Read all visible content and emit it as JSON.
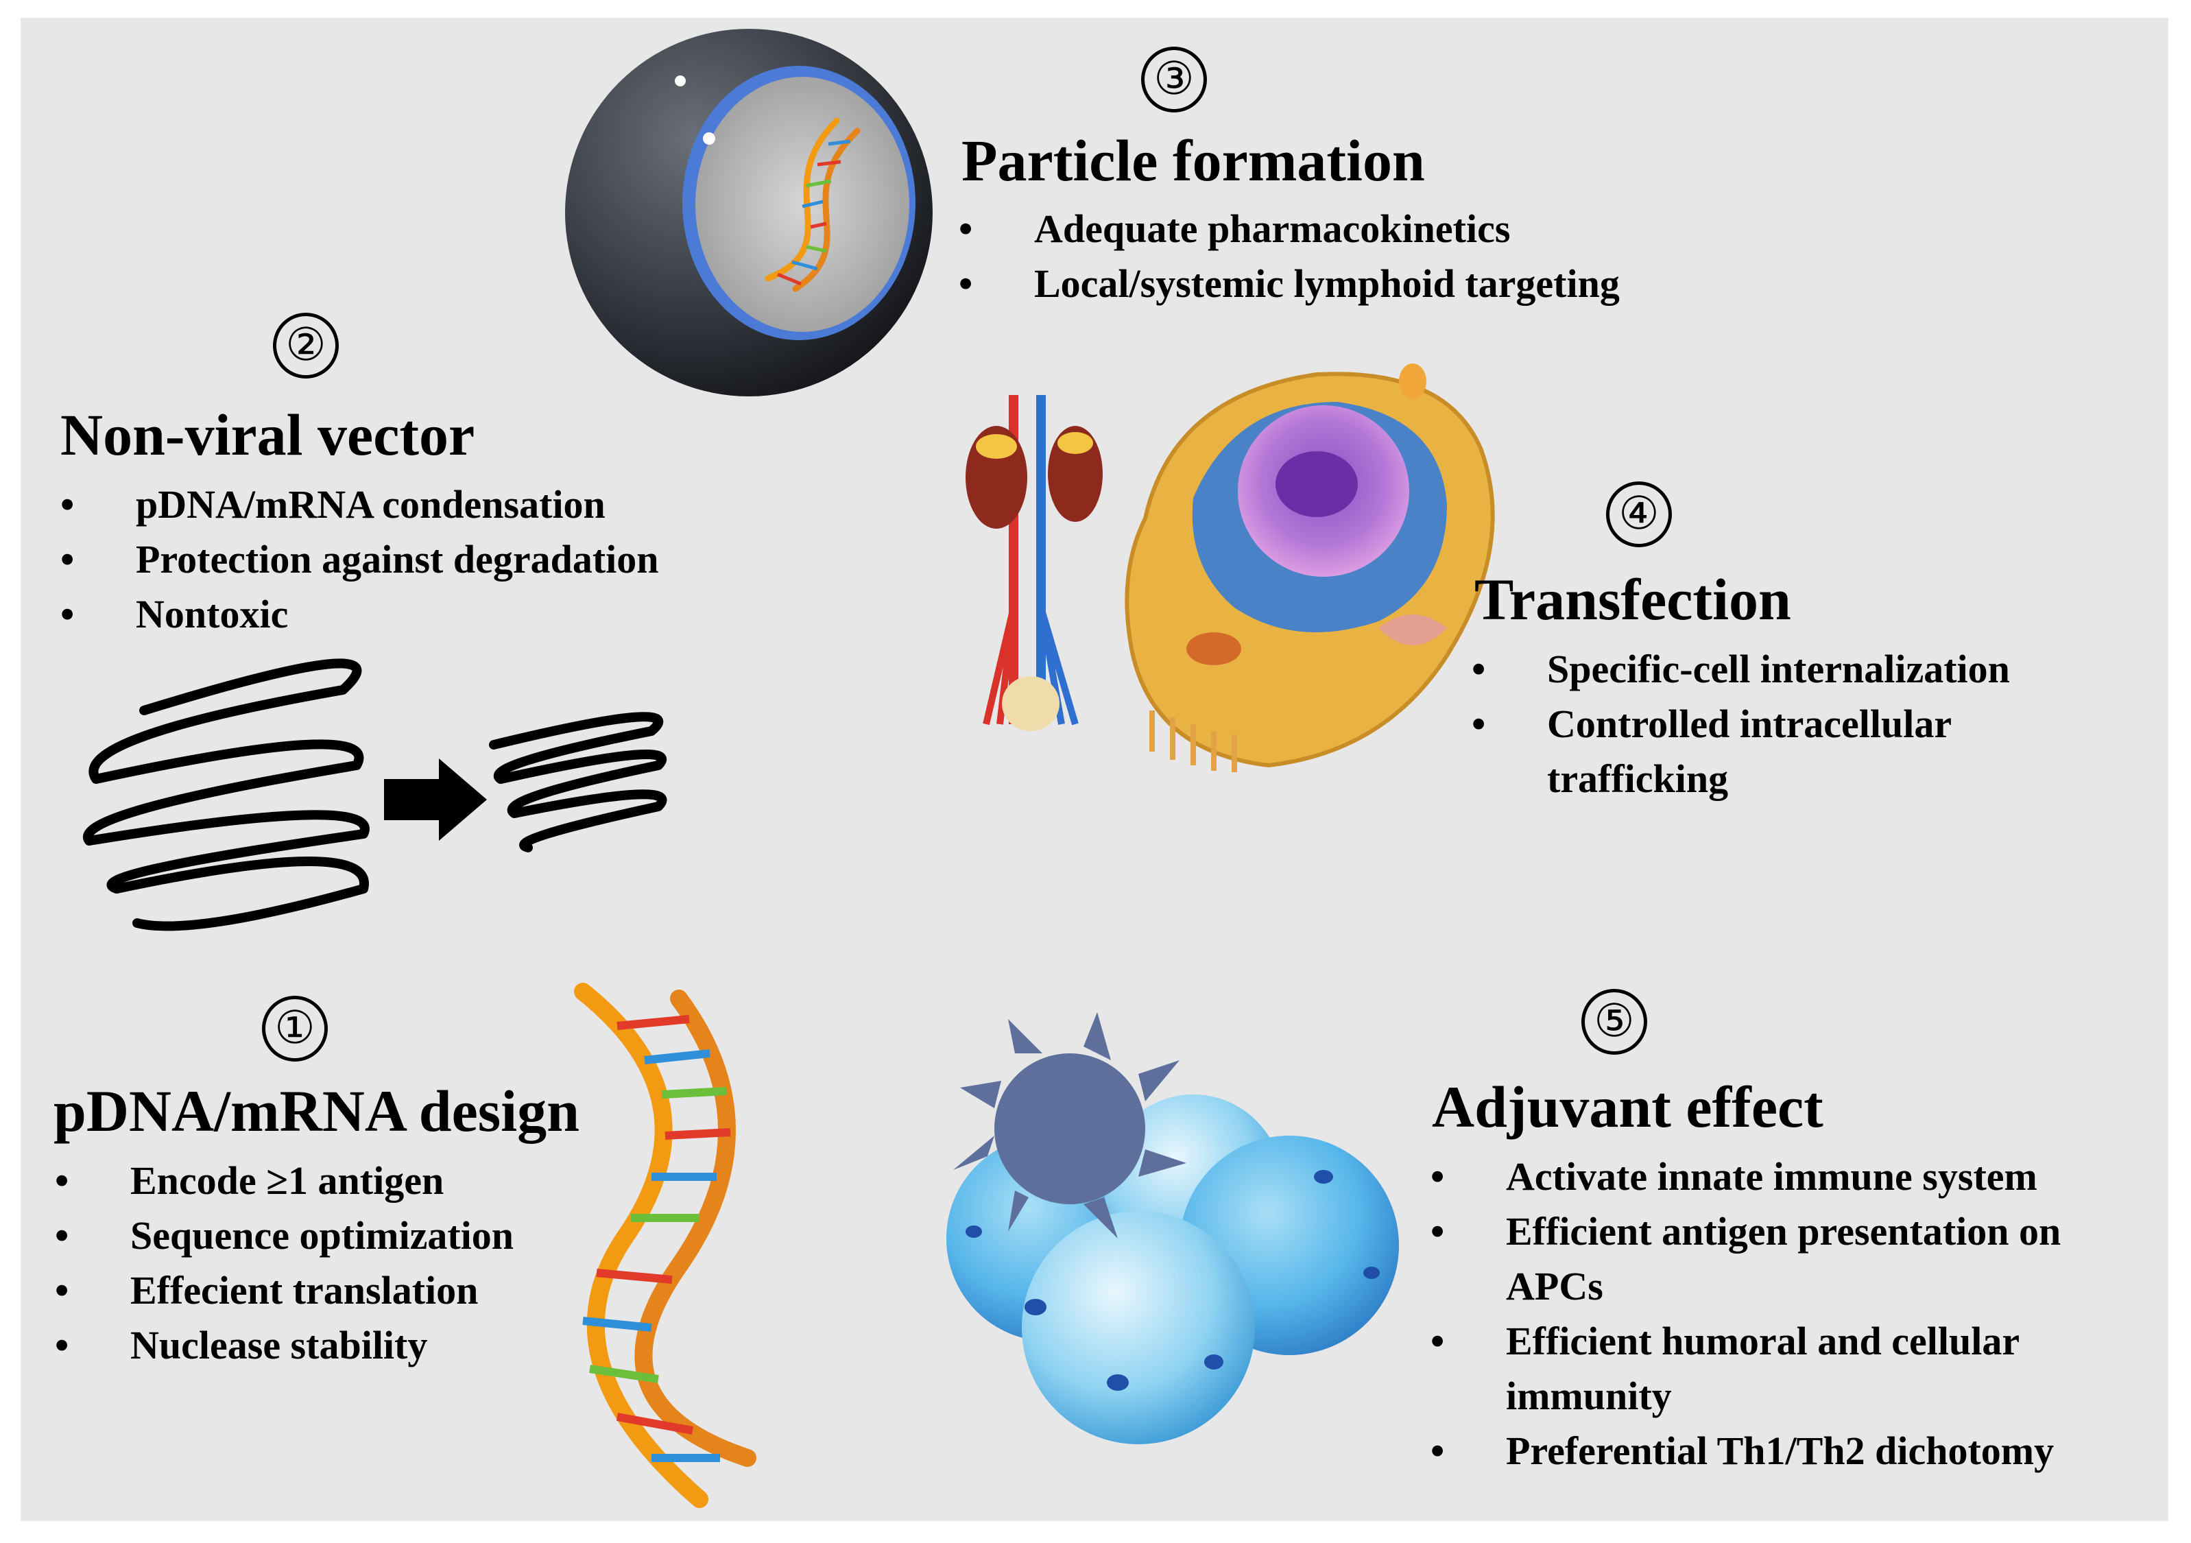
{
  "sections": [
    {
      "number": "①",
      "heading": "pDNA/mRNA design",
      "items": [
        "Encode ≥1 antigen",
        "Sequence optimization",
        "Effecient translation",
        "Nuclease stability"
      ]
    },
    {
      "number": "②",
      "heading": "Non-viral vector",
      "items": [
        "pDNA/mRNA condensation",
        "Protection against degradation",
        "Nontoxic"
      ]
    },
    {
      "number": "③",
      "heading": "Particle formation",
      "items": [
        "Adequate pharmacokinetics",
        "Local/systemic lymphoid targeting"
      ]
    },
    {
      "number": "④",
      "heading": "Transfection",
      "items": [
        "Specific-cell internalization",
        "Controlled intracellular",
        "trafficking"
      ]
    },
    {
      "number": "⑤",
      "heading": "Adjuvant effect",
      "items": [
        "Activate innate immune system",
        "Efficient antigen presentation on",
        "APCs",
        "Efficient humoral and cellular",
        "immunity",
        "Preferential Th1/Th2 dichotomy"
      ]
    }
  ],
  "bullet": "•",
  "colors": {
    "background": "#e7e7e7",
    "nanoparticle": "#3b3f47",
    "nanoparticle_rim": "#4b7bd6",
    "dna_orange": "#f29a12",
    "dna_red": "#e23a2a",
    "dna_blue": "#2f8fd8",
    "dna_green": "#6bbf3a",
    "cell_cytoplasm": "#e9b344",
    "cell_nucleus": "#b277d6",
    "immune_cell_light": "#8fd3f2",
    "dendritic_cell": "#5d6f9a"
  }
}
